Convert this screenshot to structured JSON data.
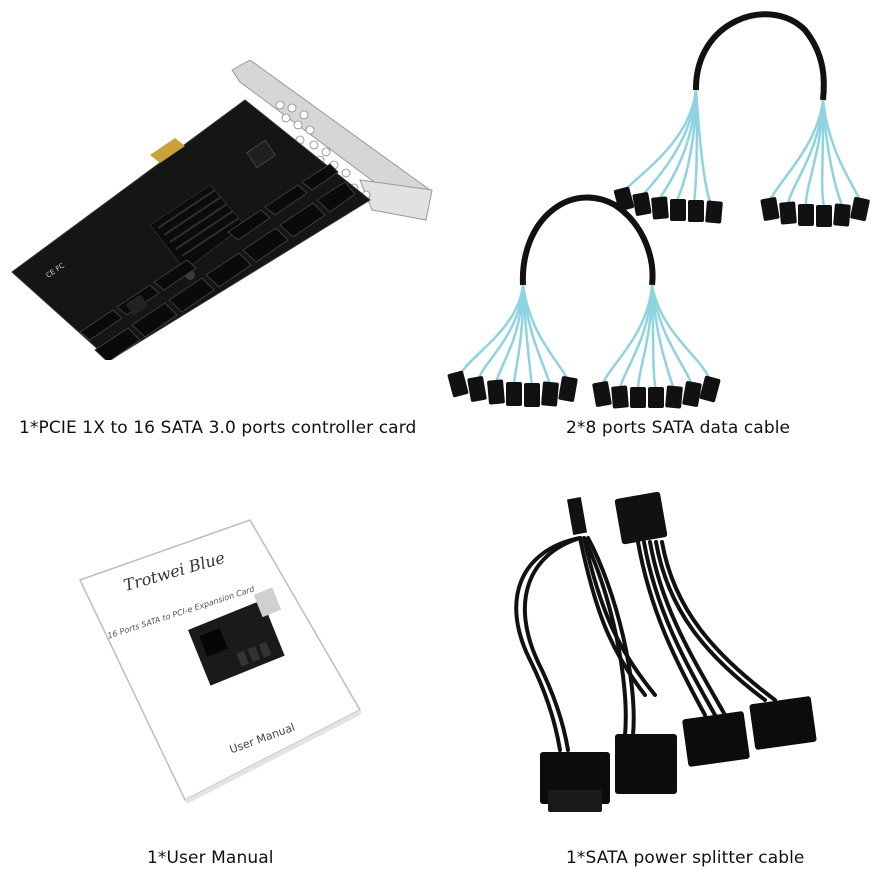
{
  "items": [
    {
      "caption": "1*PCIE 1X to 16 SATA 3.0 ports controller card"
    },
    {
      "caption": "2*8 ports SATA data cable"
    },
    {
      "caption": "1*User Manual"
    },
    {
      "caption": "1*SATA power splitter cable"
    }
  ],
  "manual": {
    "brand": "Trotwei Blue",
    "subtitle": "16 Ports SATA to PCI-e Expansion Card",
    "title": "User Manual"
  },
  "colors": {
    "pcb": "#1a1a1a",
    "sata_cable": "#8fd3e0",
    "bracket": "#d9d9d9"
  }
}
